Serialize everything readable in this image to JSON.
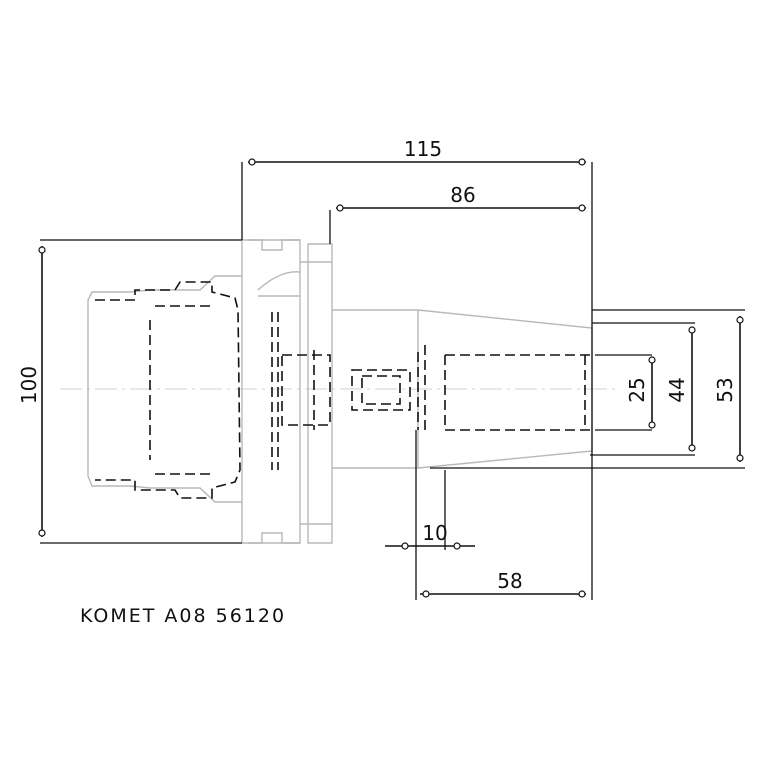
{
  "caption": "KOMET A08 56120",
  "dimensions": {
    "overall_length": "115",
    "length_86": "86",
    "flange_diameter": "100",
    "bore_diameter": "25",
    "diameter_44": "44",
    "diameter_53": "53",
    "length_10": "10",
    "length_58": "58"
  }
}
